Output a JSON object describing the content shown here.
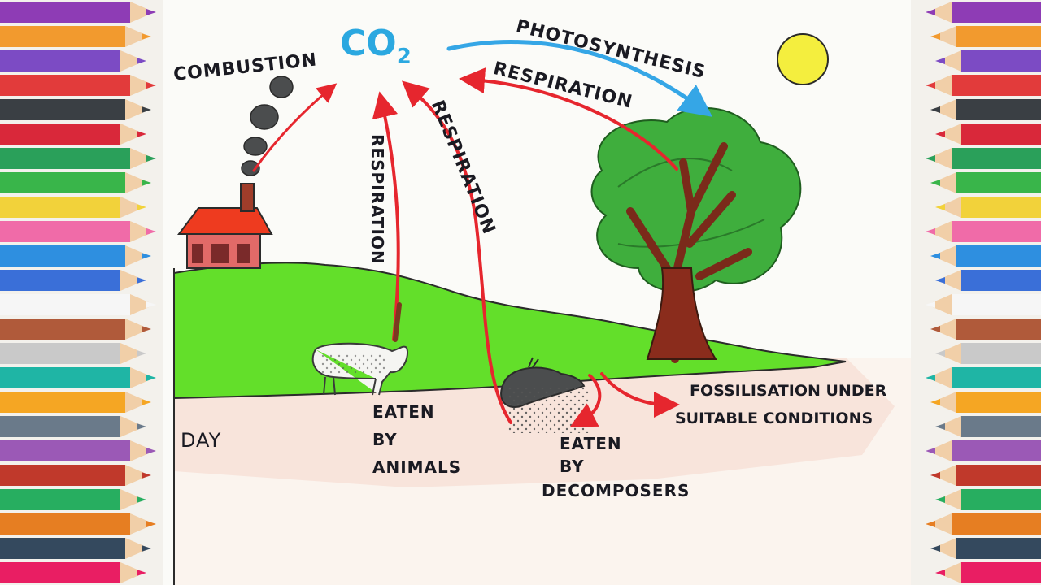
{
  "diagram": {
    "center": {
      "main": "CO",
      "sub": "2"
    },
    "labels": {
      "combustion": "COMBUSTION",
      "photosynthesis": "PHOTOSYNTHESIS",
      "respiration_tree": "RESPIRATION",
      "respiration_animal": "RESPIRATION",
      "respiration_decomposer": "RESPIRATION",
      "day": "DAY",
      "eaten_by_animals": [
        "EATEN",
        "BY",
        "ANIMALS"
      ],
      "eaten_by_decomposers": [
        "EATEN",
        "BY",
        "DECOMPOSERS"
      ],
      "fossilisation": [
        "FOSSILISATION UNDER",
        "SUITABLE CONDITIONS"
      ]
    }
  },
  "colors": {
    "co2": "#2ba8e0",
    "photosynthesis_arrow": "#35a6e6",
    "respiration_arrow": "#e6262e",
    "grass": "#63df2a",
    "sun": "#f4ee3e",
    "house_roof": "#ee3b1f",
    "house_wall": "#e26a68",
    "tree_leaves": "#3fae3d",
    "trunk": "#7a2a1a",
    "smoke": "#4b4d4e"
  }
}
